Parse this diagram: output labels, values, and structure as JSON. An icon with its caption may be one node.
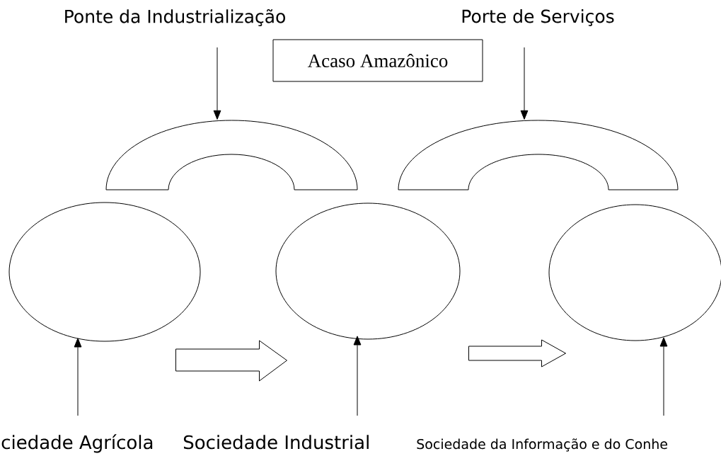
{
  "diagram": {
    "nodes": [
      {
        "text": [
          "Ponte da Industrialização"
        ]
      },
      {
        "text": [
          "Porte de Serviços"
        ]
      },
      {
        "text": [
          "Acaso Amazônico"
        ]
      },
      {
        "text": [],
        "shape": "arch"
      },
      {
        "text": [],
        "shape": "arch"
      },
      {
        "text": [],
        "shape": "ellipse"
      },
      {
        "text": [],
        "shape": "ellipse"
      },
      {
        "text": [],
        "shape": "ellipse"
      },
      {
        "text": [
          "ciedade Agrícola"
        ]
      },
      {
        "text": [
          "Sociedade Industrial"
        ]
      },
      {
        "text": [
          "Sociedade da Informação e do Conhe"
        ]
      }
    ],
    "edges": [
      {
        "from": 0,
        "to": 3,
        "arrow": "to"
      },
      {
        "from": 1,
        "to": 4,
        "arrow": "to"
      },
      {
        "from": 8,
        "to": 5,
        "arrow": "to"
      },
      {
        "from": 9,
        "to": 6,
        "arrow": "to"
      },
      {
        "from": 10,
        "to": 7,
        "arrow": "to"
      },
      {
        "from": 5,
        "to": 6,
        "arrow": "to"
      },
      {
        "from": 6,
        "to": 7,
        "arrow": "to"
      }
    ]
  }
}
